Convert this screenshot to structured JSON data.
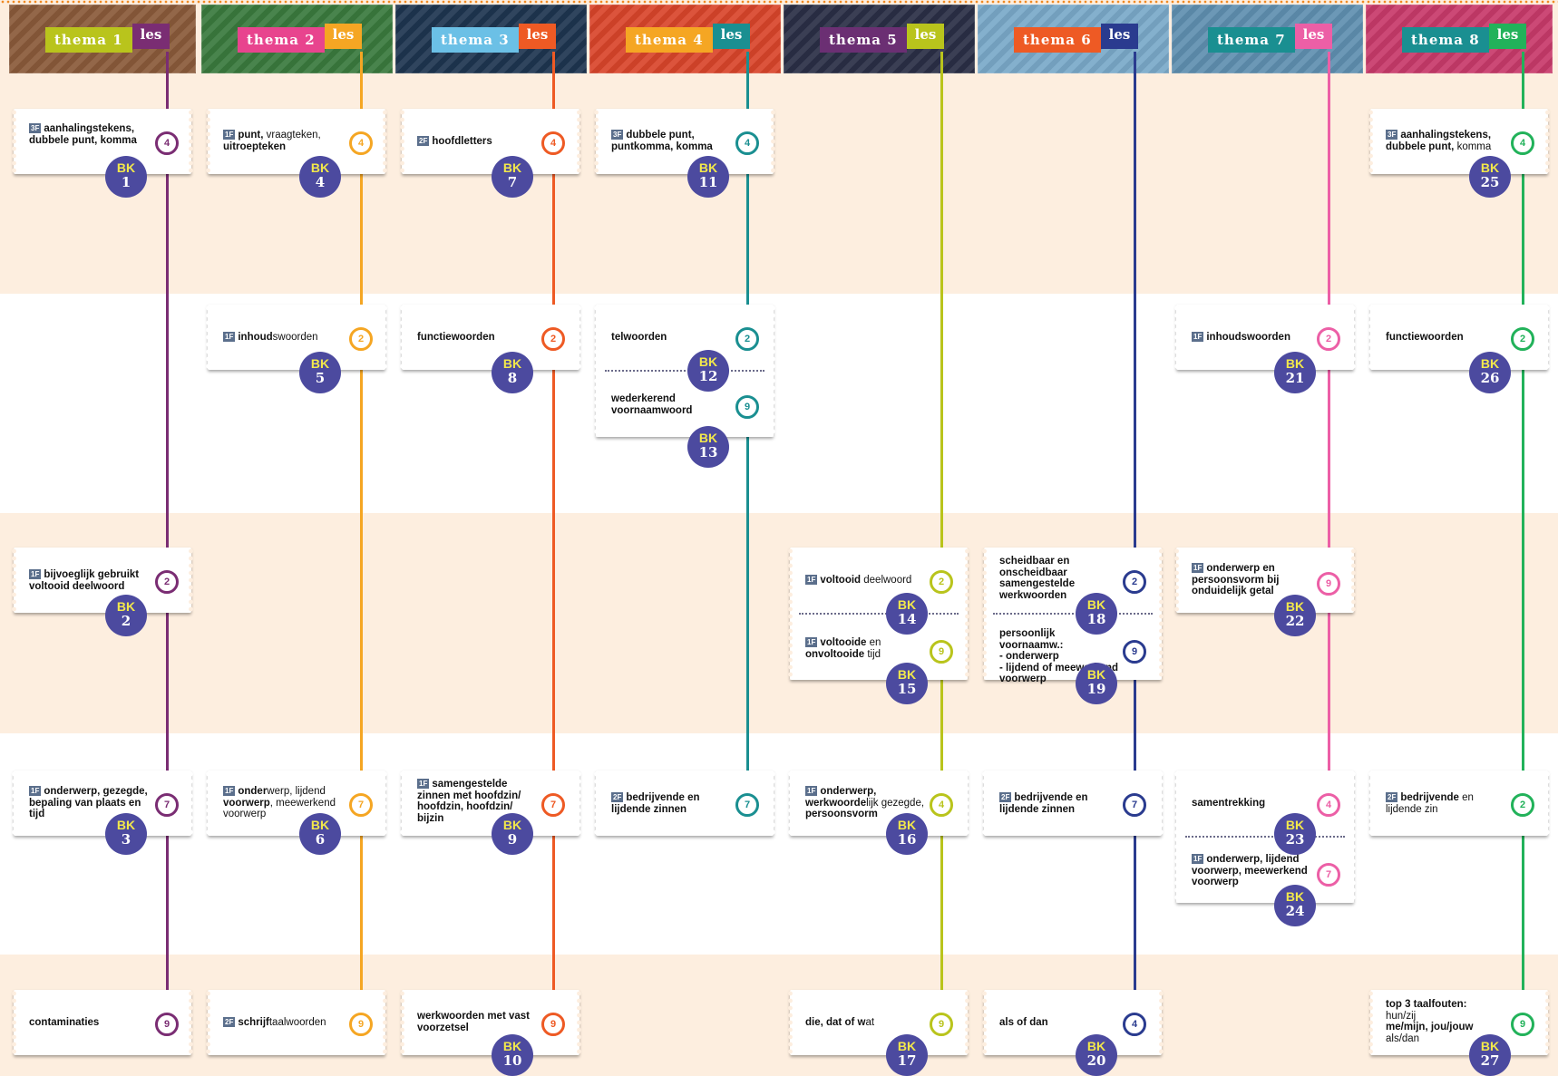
{
  "header": {
    "themes": [
      {
        "label": "thema 1",
        "les": "les",
        "color": "#9a3d8d",
        "lesColor": "#7a2d73",
        "bg": "#8a5a3a"
      },
      {
        "label": "thema 2",
        "les": "les",
        "color": "#e8448e",
        "lesColor": "#f5a623",
        "bg": "#3a8a3e"
      },
      {
        "label": "thema 3",
        "les": "les",
        "color": "#6bc0e6",
        "lesColor": "#ee5a24",
        "bg": "#1e3550"
      },
      {
        "label": "thema 4",
        "les": "les",
        "color": "#f5a623",
        "lesColor": "#1a8f91",
        "bg": "#d9452b"
      },
      {
        "label": "thema 5",
        "les": "les",
        "color": "#6b2f73",
        "lesColor": "#b9c41c",
        "bg": "#2a2f46"
      },
      {
        "label": "thema 6",
        "les": "les",
        "color": "#ee5a24",
        "lesColor": "#2a3b8f",
        "bg": "#7aa9c9"
      },
      {
        "label": "thema 7",
        "les": "les",
        "color": "#1a8f91",
        "lesColor": "#ec5fa6",
        "bg": "#5f8fb0"
      },
      {
        "label": "thema 8",
        "les": "les",
        "color": "#1a8f91",
        "lesColor": "#22b25a",
        "bg": "#c83a6a"
      }
    ]
  },
  "colors": {
    "line": [
      "#7a2d73",
      "#f5a623",
      "#ee5a24",
      "#1a8f91",
      "#b9c41c",
      "#2a3b8f",
      "#ec5fa6",
      "#22b25a"
    ],
    "bk": "#4c4a9f",
    "bkLabel": "#f2e84b",
    "peach": "#fdeedf"
  },
  "cards": {
    "r1c1": {
      "level": "3F",
      "text": "aanhalingstekens, dubbele punt, komma",
      "les": "4",
      "bk1": "BK",
      "bk2": "1"
    },
    "r1c2": {
      "level": "1F",
      "b1": "punt,",
      "t1": " vraagteken, ",
      "b2": "uitroepteken",
      "les": "4",
      "bk1": "BK",
      "bk2": "4"
    },
    "r1c3": {
      "level": "2F",
      "text": "hoofdletters",
      "les": "4",
      "bk1": "BK",
      "bk2": "7"
    },
    "r1c4": {
      "level": "3F",
      "text": "dubbele punt, puntkomma, komma",
      "les": "4",
      "bk1": "BK",
      "bk2": "11"
    },
    "r1c8": {
      "level": "3F",
      "b1": "aanhalingstekens,",
      "b2": "dubbele punt,",
      "t2": " komma",
      "les": "4",
      "bk1": "BK",
      "bk2": "25"
    },
    "r2c2": {
      "level": "1F",
      "b1": "inhoud",
      "t1": "swoorden",
      "les": "2",
      "bk1": "BK",
      "bk2": "5"
    },
    "r2c3": {
      "text": "functiewoorden",
      "les": "2",
      "bk1": "BK",
      "bk2": "8"
    },
    "r2c4a": {
      "text": "telwoorden",
      "les": "2",
      "bk1": "BK",
      "bk2": "12"
    },
    "r2c4b": {
      "text": "wederkerend voornaamwoord",
      "les": "9",
      "bk1": "BK",
      "bk2": "13"
    },
    "r2c7": {
      "level": "1F",
      "text": "inhoudswoorden",
      "les": "2",
      "bk1": "BK",
      "bk2": "21"
    },
    "r2c8": {
      "b1": "functiewoorden",
      "les": "2",
      "bk1": "BK",
      "bk2": "26"
    },
    "r3c1": {
      "level": "1F",
      "text": "bijvoeglijk gebruikt voltooid deelwoord",
      "les": "2",
      "bk1": "BK",
      "bk2": "2"
    },
    "r3c5a": {
      "level": "1F",
      "b1": "voltooid",
      "t1": " deelwoord",
      "les": "2",
      "bk1": "BK",
      "bk2": "14"
    },
    "r3c5b": {
      "level": "1F",
      "b1": "voltooide",
      "t1": " en ",
      "b2": "onvoltooide",
      "t2": " tijd",
      "les": "9",
      "bk1": "BK",
      "bk2": "15"
    },
    "r3c6a": {
      "text": "scheidbaar en onscheidbaar samengestelde werkwoorden",
      "les": "2",
      "bk1": "BK",
      "bk2": "18"
    },
    "r3c6b": {
      "line1": "persoonlijk voornaamw.:",
      "line2": "- onderwerp",
      "line3": "- lijdend of meewerkend",
      "line4": "  voorwerp",
      "les": "9",
      "bk1": "BK",
      "bk2": "19"
    },
    "r3c7": {
      "level": "1F",
      "text": "onderwerp en persoonsvorm bij onduidelijk getal",
      "les": "9",
      "bk1": "BK",
      "bk2": "22"
    },
    "r4c1": {
      "level": "1F",
      "text": "onderwerp, gezegde, bepaling van plaats en tijd",
      "les": "7",
      "bk1": "BK",
      "bk2": "3"
    },
    "r4c2": {
      "level": "1F",
      "b1": "onder",
      "t1": "werp, lijdend ",
      "b2": "voorwerp",
      "t2": ", meewerkend voorwerp",
      "les": "7",
      "bk1": "BK",
      "bk2": "6"
    },
    "r4c3": {
      "level": "1F",
      "text": "samengestelde zinnen met hoofdzin/ hoofdzin, hoofdzin/ bijzin",
      "les": "7",
      "bk1": "BK",
      "bk2": "9"
    },
    "r4c4": {
      "level": "2F",
      "text": "bedrijvende en lijdende zinnen",
      "les": "7"
    },
    "r4c5": {
      "level": "1F",
      "b1": "onderwerp,",
      "b2": "werkwoorde",
      "t2": "lijk gezegde, ",
      "b3": "persoonsvorm",
      "les": "4",
      "bk1": "BK",
      "bk2": "16"
    },
    "r4c6": {
      "level": "2F",
      "text": "bedrijvende en lijdende zinnen",
      "les": "7"
    },
    "r4c7a": {
      "text": "samentrekking",
      "les": "4",
      "bk1": "BK",
      "bk2": "23"
    },
    "r4c7b": {
      "level": "1F",
      "text": "onderwerp, lijdend voorwerp, meewerkend voorwerp",
      "les": "7",
      "bk1": "BK",
      "bk2": "24"
    },
    "r4c8": {
      "level": "2F",
      "b1": "bedrijvende",
      "t1": " en lijdende zin",
      "les": "2"
    },
    "r5c1": {
      "text": "contaminaties",
      "les": "9"
    },
    "r5c2": {
      "level": "2F",
      "b1": "schrijf",
      "t1": "taalwoorden",
      "les": "9"
    },
    "r5c3": {
      "text": "werkwoorden met vast voorzetsel",
      "les": "9",
      "bk1": "BK",
      "bk2": "10"
    },
    "r5c5": {
      "b1": "die, dat of w",
      "t1": "at",
      "les": "9",
      "bk1": "BK",
      "bk2": "17"
    },
    "r5c6": {
      "text": "als of dan",
      "les": "4",
      "bk1": "BK",
      "bk2": "20"
    },
    "r5c8": {
      "b1": "top 3 taalfouten:",
      "t1": "hun/zij",
      "b2": "me/mijn, jou/jouw",
      "t3": "als/dan",
      "les": "9",
      "bk1": "BK",
      "bk2": "27"
    }
  }
}
